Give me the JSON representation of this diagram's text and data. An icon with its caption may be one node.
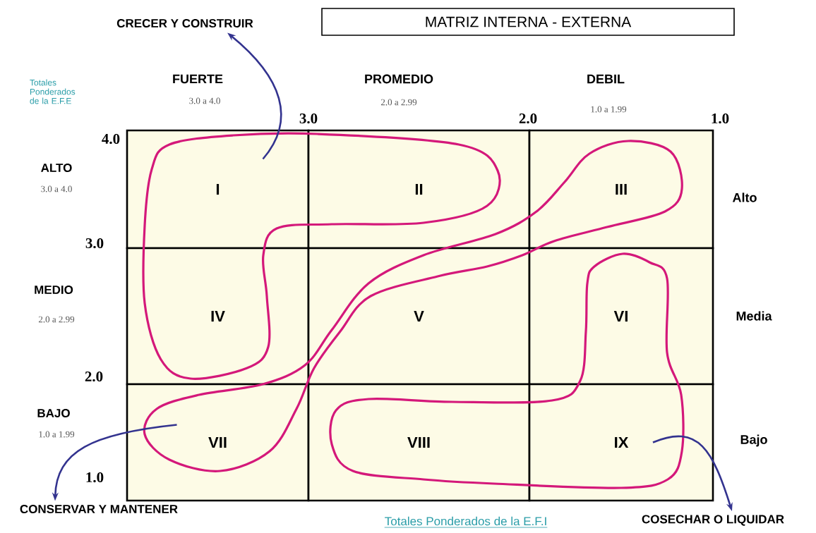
{
  "diagram": {
    "title": "MATRIZ INTERNA - EXTERNA",
    "nodes": [
      {
        "text": [
          "CRECER Y CONSTRUIR"
        ]
      },
      {
        "text": [
          "I"
        ]
      },
      {
        "text": [
          "II"
        ]
      },
      {
        "text": [
          "III"
        ]
      },
      {
        "text": [
          "IV"
        ]
      },
      {
        "text": [
          "V"
        ]
      },
      {
        "text": [
          "VI"
        ]
      },
      {
        "text": [
          "VII"
        ]
      },
      {
        "text": [
          "VIII"
        ]
      },
      {
        "text": [
          "IX"
        ]
      },
      {
        "text": [
          "CONSERVAR Y MANTENER"
        ]
      },
      {
        "text": [
          "COSECHAR O LIQUIDAR"
        ]
      }
    ],
    "edges": [
      {
        "from": 1,
        "to": 0,
        "arrow": "to"
      },
      {
        "from": 7,
        "to": 10,
        "arrow": "to"
      },
      {
        "from": 9,
        "to": 11,
        "arrow": "to"
      }
    ],
    "labels": [
      "Totales Ponderados de la E.F.E",
      "FUERTE",
      "3.0 a 4.0",
      "PROMEDIO",
      "2.0 a 2.99",
      "DEBIL",
      "1.0 a 1.99",
      "3.0",
      "2.0",
      "1.0",
      "4.0",
      "ALTO",
      "3.0 a 4.0",
      "Alto",
      "3.0",
      "MEDIO",
      "2.0 a 2.99",
      "Media",
      "2.0",
      "BAJO",
      "1.0 a 1.99",
      "Bajo",
      "1.0",
      "Totales Ponderados de la E.F.I"
    ]
  }
}
